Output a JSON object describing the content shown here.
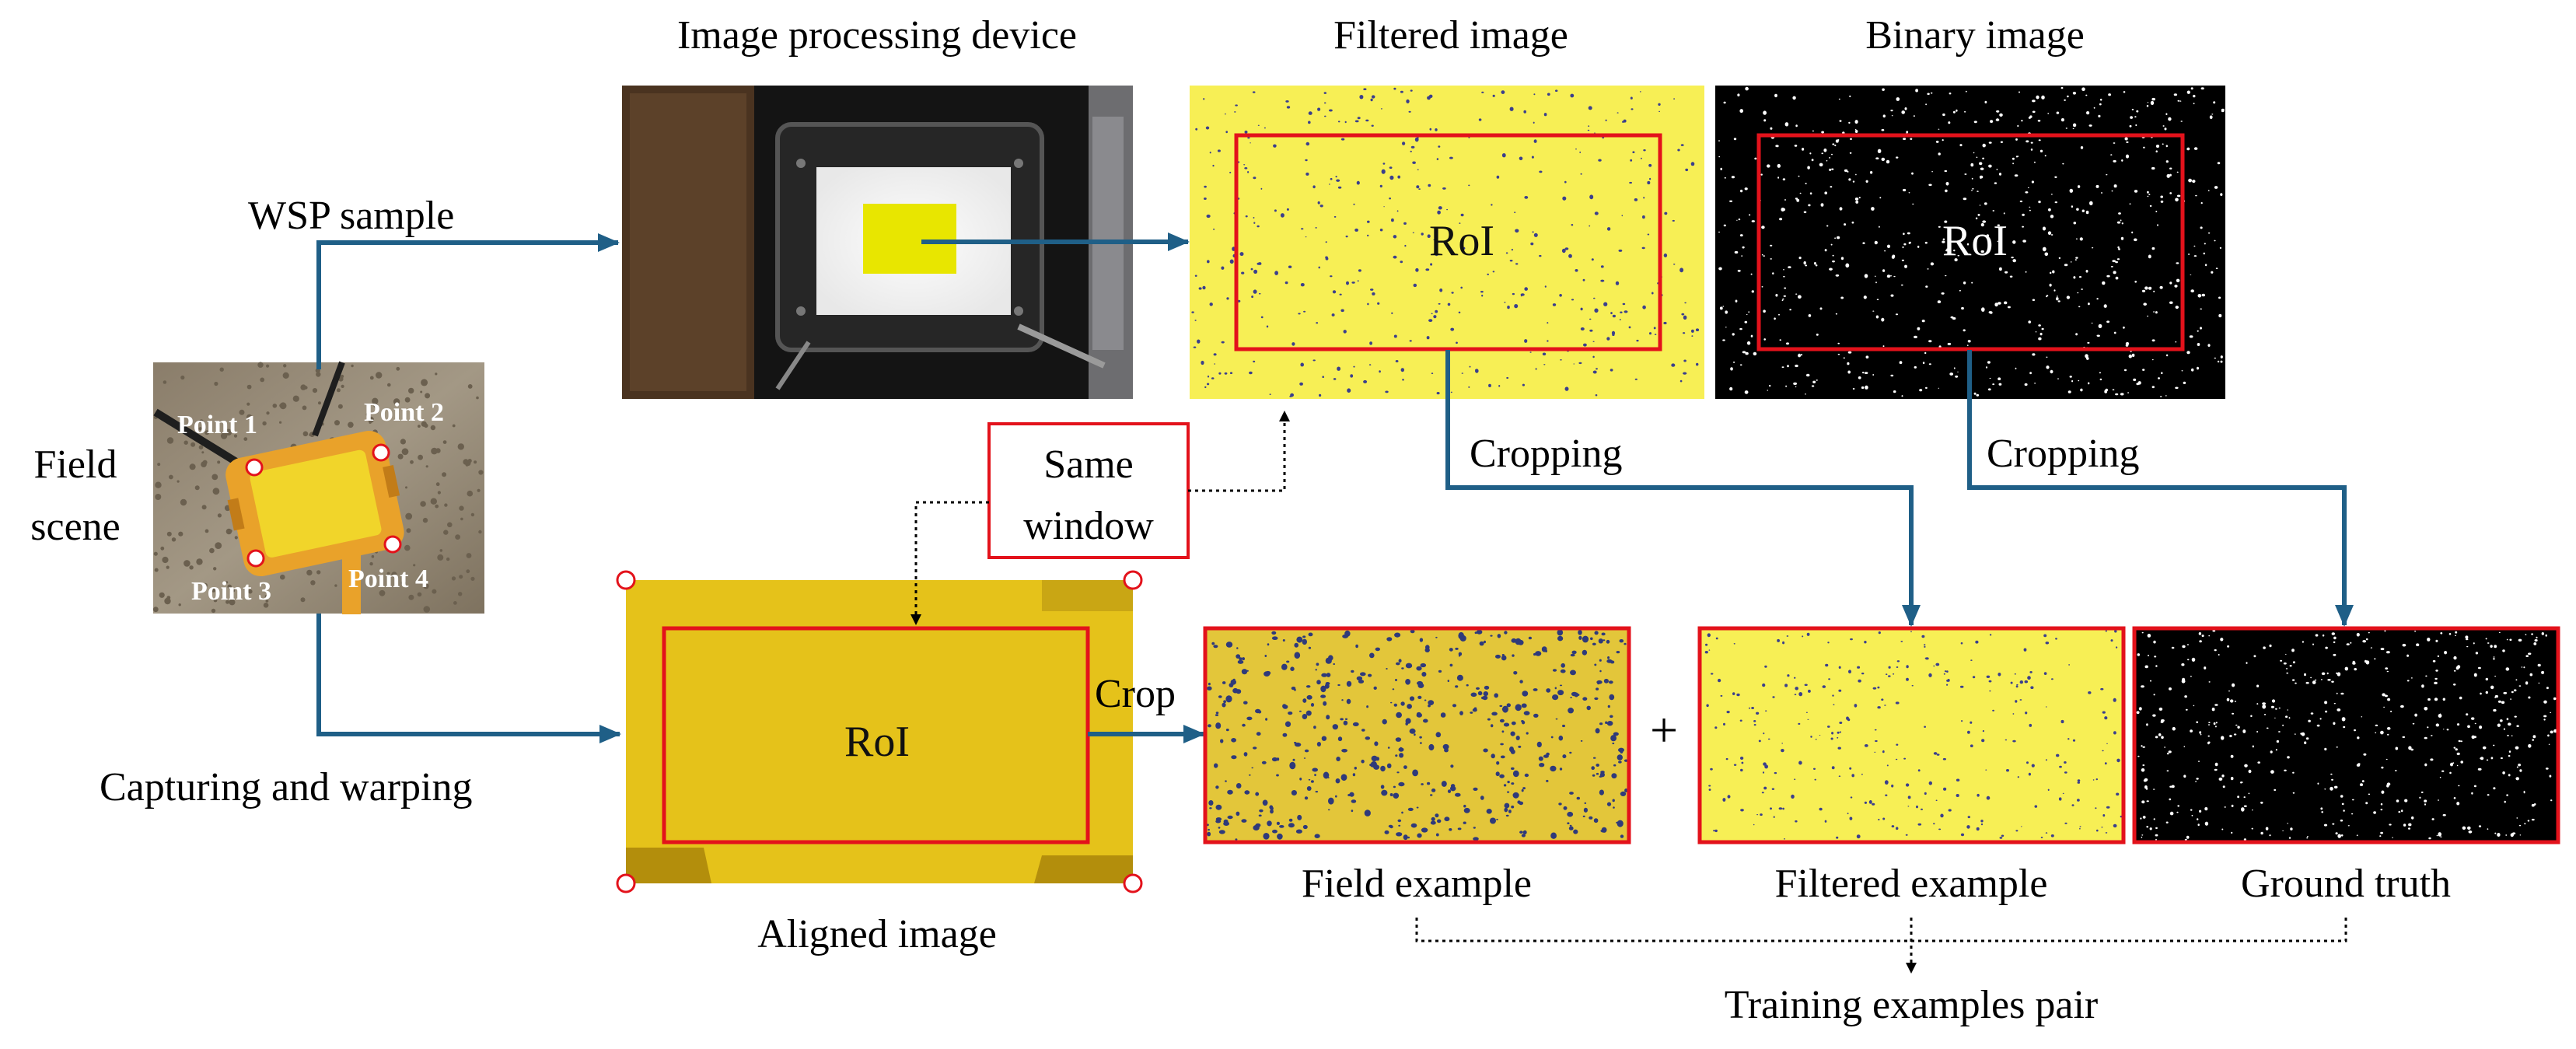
{
  "titles": {
    "device": "Image processing device",
    "filtered": "Filtered image",
    "binary": "Binary image"
  },
  "labels": {
    "wsp_sample": "WSP sample",
    "field_scene": [
      "Field",
      "scene"
    ],
    "capturing": "Capturing and warping",
    "aligned": "Aligned image",
    "crop": "Crop",
    "cropping_1": "Cropping",
    "cropping_2": "Cropping",
    "same_window": [
      "Same",
      "window"
    ],
    "field_example": "Field example",
    "filtered_example": "Filtered example",
    "ground_truth": "Ground truth",
    "training_pair": "Training examples pair",
    "plus": "+"
  },
  "roi": {
    "filtered": "RoI",
    "binary": "RoI",
    "aligned": "RoI"
  },
  "points": [
    "Point 1",
    "Point 2",
    "Point 3",
    "Point 4"
  ],
  "colors": {
    "arrow": "#1f5f87",
    "roi_box": "#e3121b",
    "yellow_paper": "#f7ef55",
    "aligned_yellow": "#e5c21a",
    "droplet": "#3b3f8c",
    "binary_bg": "#000000"
  }
}
